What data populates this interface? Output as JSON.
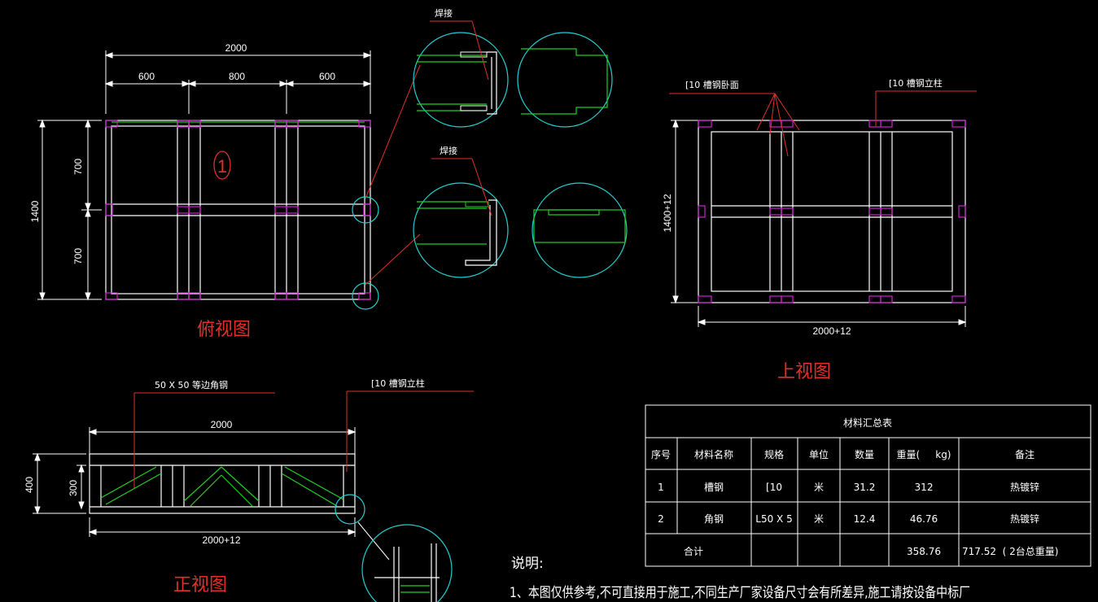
{
  "top_view": {
    "dim_total": "2000",
    "dim_left": "600",
    "dim_mid": "800",
    "dim_right": "600",
    "dim_height": "1400",
    "dim_upper": "700",
    "dim_lower": "700",
    "marker": "1",
    "title": "俯视图"
  },
  "details": {
    "weld_label_1": "焊接",
    "weld_label_2": "焊接"
  },
  "plan_view": {
    "label_left": "[10  槽钢卧面",
    "label_right": "[10  槽钢立柱",
    "dim_height": "1400+12",
    "dim_width": "2000+12",
    "title": "上视图"
  },
  "front_view": {
    "label_angle": "50 X 50 等边角钢",
    "label_channel": "[10  槽钢立柱",
    "dim_total": "2000",
    "dim_height": "400",
    "dim_inner": "300",
    "dim_bottom": "2000+12",
    "title": "正视图"
  },
  "material_table": {
    "title": "材料汇总表",
    "headers": [
      "序号",
      "材料名称",
      "规格",
      "单位",
      "数量",
      "重量(     kg)",
      "备注"
    ],
    "rows": [
      [
        "1",
        "槽钢",
        "[10",
        "米",
        "31.2",
        "312",
        "热镀锌"
      ],
      [
        "2",
        "角钢",
        "L50 X 5",
        "米",
        "12.4",
        "46.76",
        "热镀锌"
      ]
    ],
    "total_label": "合计",
    "total_weight": "358.76",
    "total_note": "717.52  ( 2台总重量)"
  },
  "notes": {
    "heading": "说明:",
    "line1": "1、本图仅供参考,不可直接用于施工,不同生产厂家设备尺寸会有所差异,施工请按设备中标厂"
  }
}
